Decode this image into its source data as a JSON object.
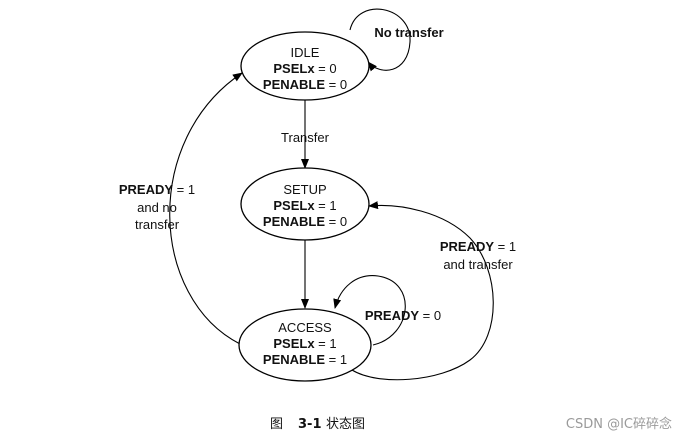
{
  "states": {
    "idle": {
      "name": "IDLE",
      "lines": [
        [
          "PSELx",
          " = 0"
        ],
        [
          "PENABLE",
          " = 0"
        ]
      ]
    },
    "setup": {
      "name": "SETUP",
      "lines": [
        [
          "PSELx",
          " = 1"
        ],
        [
          "PENABLE",
          " = 0"
        ]
      ]
    },
    "access": {
      "name": "ACCESS",
      "lines": [
        [
          "PSELx",
          " = 1"
        ],
        [
          "PENABLE",
          " = 1"
        ]
      ]
    }
  },
  "transitions": {
    "no_transfer": {
      "bold": "No transfer"
    },
    "transfer": {
      "text": "Transfer"
    },
    "pready_zero": {
      "bold": "PREADY",
      "rest": " = 0"
    },
    "pready_no_transfer": {
      "bold": "PREADY",
      "rest": " = 1",
      "line2": "and  no",
      "line3": "transfer"
    },
    "pready_transfer": {
      "bold": "PREADY",
      "rest": " = 1",
      "line2": "and transfer"
    }
  },
  "caption": {
    "prefix": "图",
    "number": "3-1",
    "title": "状态图"
  },
  "watermark": "CSDN @IC碎碎念"
}
